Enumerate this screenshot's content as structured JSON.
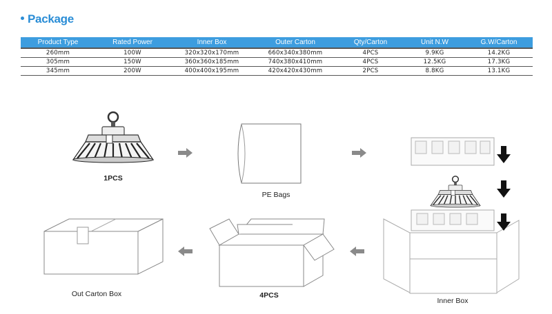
{
  "section": {
    "title": "Package"
  },
  "table": {
    "headers": [
      "Product Type",
      "Rated Power",
      "Inner Box",
      "Outer Carton",
      "Qty/Carton",
      "Unit N.W",
      "G.W/Carton"
    ],
    "rows": [
      [
        "260mm",
        "100W",
        "320x320x170mm",
        "660x340x380mm",
        "4PCS",
        "9.9KG",
        "14.2KG"
      ],
      [
        "305mm",
        "150W",
        "360x360x185mm",
        "740x380x410mm",
        "4PCS",
        "12.5KG",
        "17.3KG"
      ],
      [
        "345mm",
        "200W",
        "400x400x195mm",
        "420x420x430mm",
        "2PCS",
        "8.8KG",
        "13.1KG"
      ]
    ]
  },
  "steps": {
    "product": "1PCS",
    "bag": "PE Bags",
    "inner": "Inner Box",
    "carton_qty": "4PCS",
    "outer": "Out Carton Box"
  },
  "colors": {
    "accent": "#2a8dd6",
    "header_bg": "#3d9ddf",
    "arrow": "#8a8a8a"
  },
  "icons": [
    "high-bay-light-icon",
    "pe-bag-icon",
    "inner-box-icon",
    "open-carton-icon",
    "closed-carton-icon",
    "arrow-right-icon",
    "arrow-left-icon",
    "arrow-down-icon"
  ]
}
